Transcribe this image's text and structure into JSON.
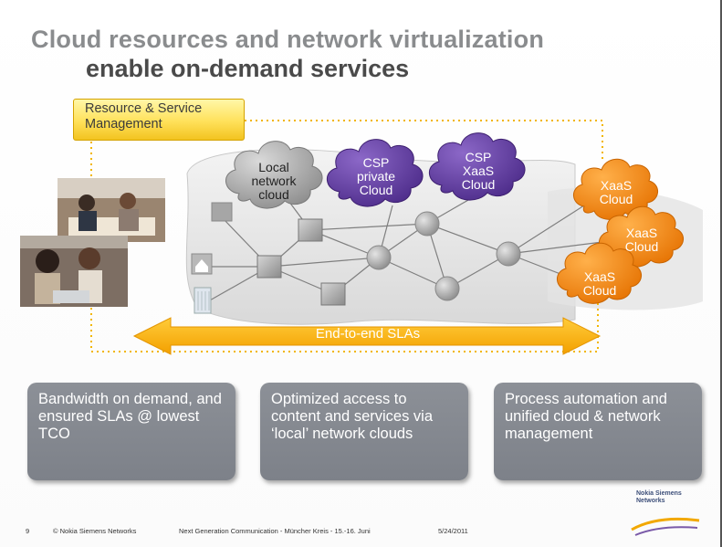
{
  "slide": {
    "title_line1": "Cloud resources and network virtualization",
    "title_line2": "enable on-demand services"
  },
  "diagram": {
    "management_box": "Resource & Service Management",
    "sla_label": "End-to-end SLAs",
    "clouds": {
      "local": [
        "Local",
        "network",
        "cloud"
      ],
      "csp_private": [
        "CSP",
        "private",
        "Cloud"
      ],
      "csp_xaas": [
        "CSP",
        "XaaS",
        "Cloud"
      ],
      "xaas": [
        "XaaS",
        "Cloud"
      ]
    }
  },
  "benefits": [
    "Bandwidth on demand, and ensured SLAs @ lowest TCO",
    "Optimized access to content and services via ‘local’ network clouds",
    "Process automation and unified cloud & network management"
  ],
  "footer": {
    "page_number": "9",
    "copyright": "© Nokia Siemens Networks",
    "event": "Next Generation Communication - Müncher Kreis - 15.-16. Juni",
    "date": "5/24/2011",
    "logo_line1": "Nokia Siemens",
    "logo_line2": "Networks"
  },
  "colors": {
    "title_gray": "#8a8c8e",
    "title_dark": "#4a4a4a",
    "sla_orange": "#f5a800",
    "xaas_orange": "#ef8412",
    "csp_purple": "#5e3aa0",
    "local_gray": "#9a9c9e",
    "box_gray": "#858991"
  }
}
